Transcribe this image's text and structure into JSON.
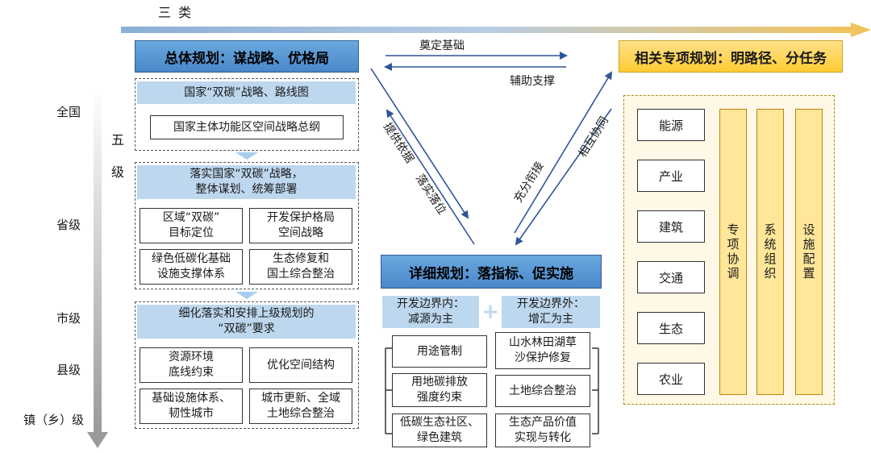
{
  "header": {
    "title": "三  类"
  },
  "levels": {
    "five": [
      "五",
      "级"
    ],
    "items": [
      "全国",
      "省级",
      "市级",
      "县级",
      "镇（乡）级"
    ]
  },
  "overall_plan": {
    "title": "总体规划：谋战略、优格局",
    "group1": {
      "band": "国家“双碳”战略、路线图",
      "box": "国家主体功能区空间战略总纲"
    },
    "group2": {
      "band_line1": "落实国家“双碳”战略，",
      "band_line2": "整体谋划、统筹部署",
      "boxes": [
        {
          "l1": "区域“双碳”",
          "l2": "目标定位"
        },
        {
          "l1": "开发保护格局",
          "l2": "空间战略"
        },
        {
          "l1": "绿色低碳化基础",
          "l2": "设施支撑体系"
        },
        {
          "l1": "生态修复和",
          "l2": "国土综合整治"
        }
      ]
    },
    "group3": {
      "band_line1": "细化落实和安排上级规划的",
      "band_line2": "“双碳”要求",
      "boxes": [
        {
          "l1": "资源环境",
          "l2": "底线约束"
        },
        {
          "l1": "优化空间结构",
          "l2": ""
        },
        {
          "l1": "基础设施体系、",
          "l2": "韧性城市"
        },
        {
          "l1": "城市更新、全域",
          "l2": "土地综合整治"
        }
      ]
    }
  },
  "edges": {
    "top_right": "奠定基础",
    "top_left": "辅助支撑",
    "left_up": "提供依据",
    "left_down": "落实落位",
    "right_up": "充分衔接",
    "right_down": "相互协同"
  },
  "special_plan": {
    "title": "相关专项规划：明路径、分任务",
    "items": [
      "能源",
      "产业",
      "建筑",
      "交通",
      "生态",
      "农业"
    ],
    "columns": [
      "专项协调",
      "系统组织",
      "设施配置"
    ]
  },
  "detailed_plan": {
    "title": "详细规划：落指标、促实施",
    "inside": {
      "l1": "开发边界内：",
      "l2": "减源为主"
    },
    "outside": {
      "l1": "开发边界外：",
      "l2": "增汇为主"
    },
    "plus": "+",
    "left_items": [
      {
        "l1": "用途管制",
        "l2": ""
      },
      {
        "l1": "用地碳排放",
        "l2": "强度约束"
      },
      {
        "l1": "低碳生态社区、",
        "l2": "绿色建筑"
      }
    ],
    "right_items": [
      {
        "l1": "山水林田湖草",
        "l2": "沙保护修复"
      },
      {
        "l1": "土地综合整治",
        "l2": ""
      },
      {
        "l1": "生态产品价值",
        "l2": "实现与转化"
      }
    ]
  }
}
